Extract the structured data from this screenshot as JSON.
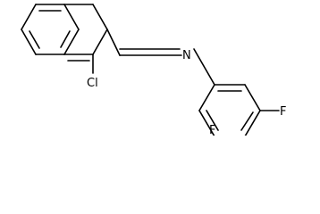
{
  "molecule": {
    "atoms": {
      "chlorine": "Cl",
      "nitrogen": "N",
      "fluorine_ortho": "F",
      "fluorine_para": "F"
    }
  },
  "colors": {
    "bond": "#000000",
    "label": "#000000",
    "background": "#ffffff"
  }
}
